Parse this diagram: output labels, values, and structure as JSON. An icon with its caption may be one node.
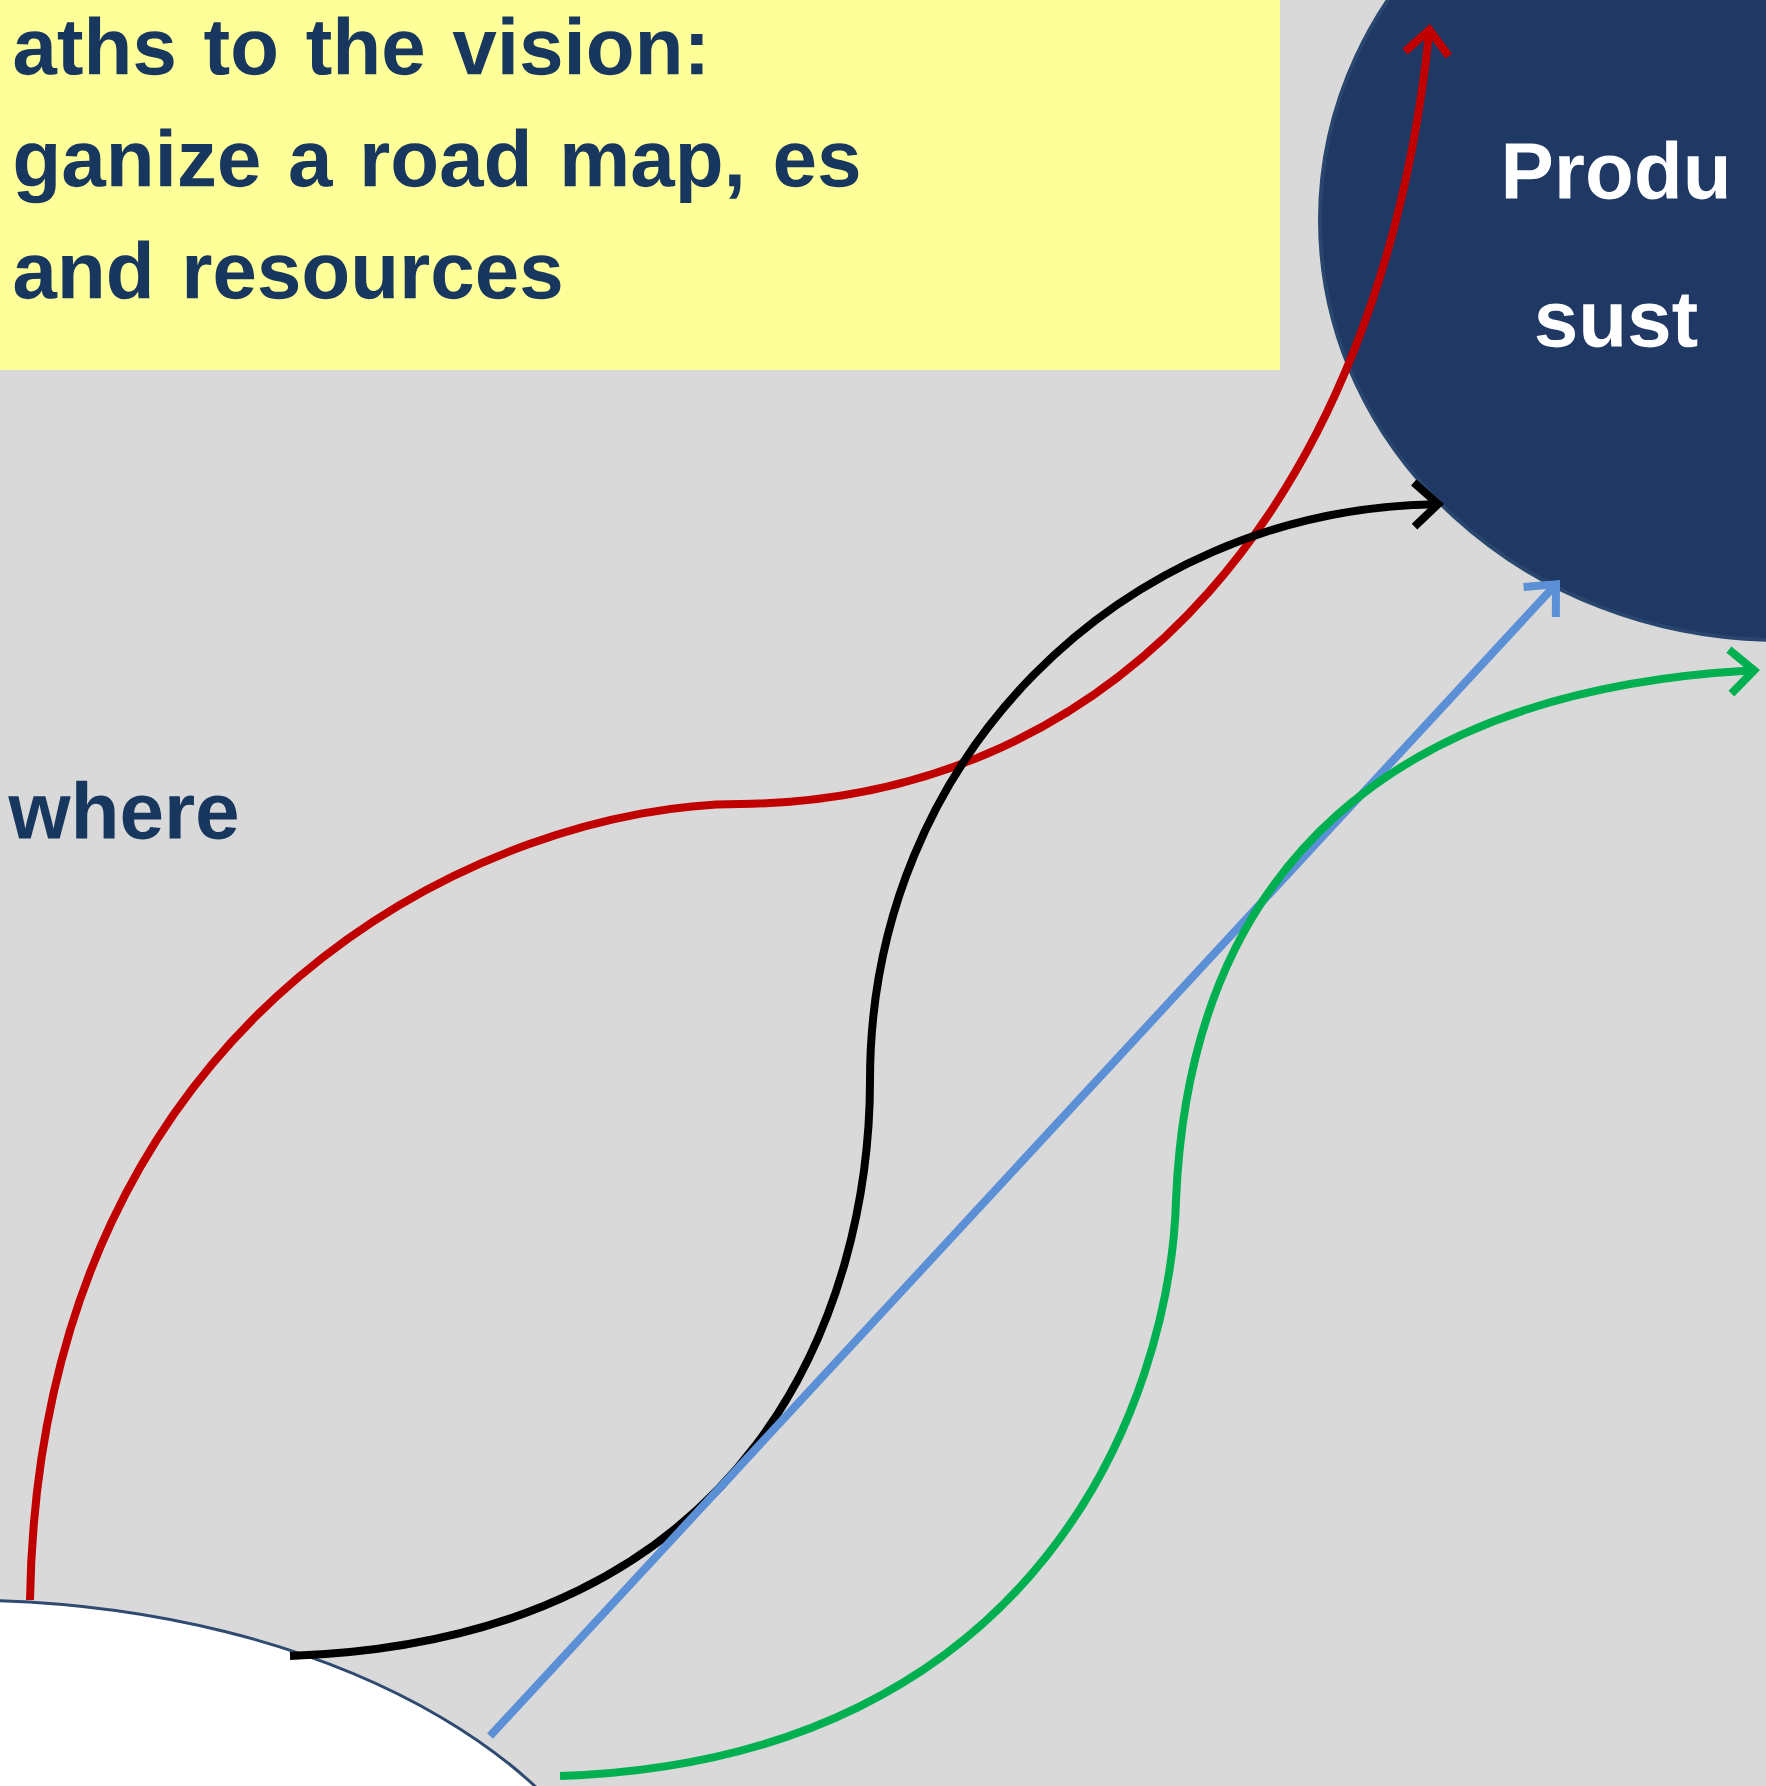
{
  "diagram": {
    "nodes": [
      {
        "text": [
          "aths to the vision: ganize a road map, es and resources"
        ]
      },
      {
        "text": [
          "Produ sust"
        ]
      },
      {
        "text": [],
        "shape": "ellipse"
      }
    ],
    "edges": [
      {
        "from": 2,
        "to": 1,
        "arrow": "to",
        "color": "#c00000"
      },
      {
        "from": 2,
        "to": 1,
        "arrow": "to",
        "color": "#000000"
      },
      {
        "from": 2,
        "to": 1,
        "arrow": "to",
        "color": "#5b8fd6"
      },
      {
        "from": 2,
        "to": 1,
        "arrow": "to",
        "color": "#00b050"
      }
    ],
    "labels": [
      "where"
    ]
  }
}
